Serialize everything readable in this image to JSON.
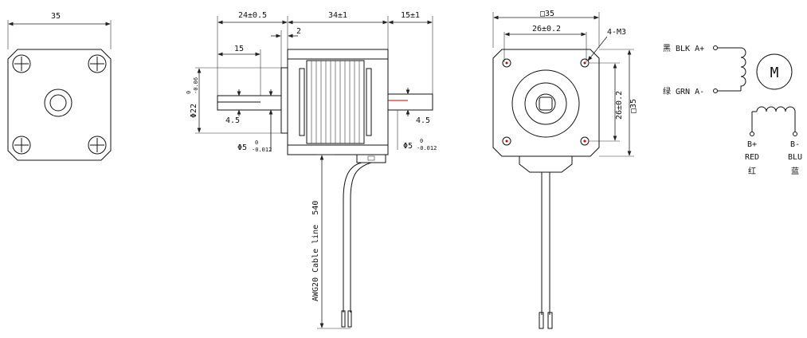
{
  "title": "",
  "front_view": {
    "width": "35"
  },
  "side_view": {
    "dim_front_shaft": "24±0.5",
    "dim_body": "34±1",
    "dim_rear_shaft": "15±1",
    "dim_gap": "2",
    "dim_flat": "15",
    "dim_flat_depth_left": "4.5",
    "dim_flat_depth_right": "4.5",
    "pilot_diameter": "Φ22",
    "pilot_tol_upper": "0",
    "pilot_tol_lower": "-0.06",
    "shaft_left": "Φ5",
    "shaft_left_tol_upper": "0",
    "shaft_left_tol_lower": "-0.012",
    "shaft_right": "Φ5",
    "shaft_right_tol_upper": "0",
    "shaft_right_tol_lower": "-0.012",
    "cable_label": "AWG20 Cable line  540"
  },
  "end_view": {
    "square": "□35",
    "hole_spacing_h": "26±0.2",
    "hole_spacing_v": "26±0.2",
    "square_side": "□35",
    "screw_holes": "4-M3"
  },
  "wiring": {
    "motor_symbol": "M",
    "lead_a_plus": "黑 BLK A+",
    "lead_a_minus": "绿 GRN A-",
    "b_plus": "B+",
    "b_plus_color": "RED",
    "b_plus_cn": "红",
    "b_minus": "B-",
    "b_minus_color": "BLU",
    "b_minus_cn": "蓝"
  },
  "colors": {
    "line": "#111111",
    "hole": "#cc0000",
    "center_mark": "#cc0000"
  }
}
